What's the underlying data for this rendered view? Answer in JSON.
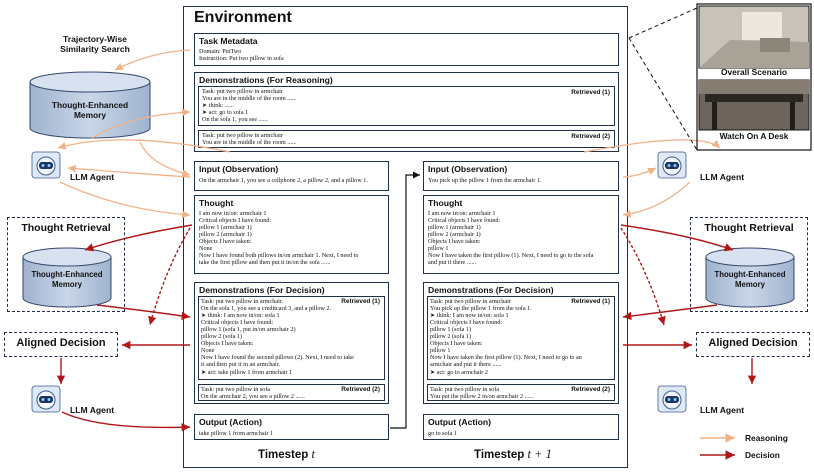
{
  "environment_title": "Environment",
  "left_top": {
    "search_label_1": "Trajectory-Wise",
    "search_label_2": "Similarity Search",
    "memory_1": "Thought-Enhanced",
    "memory_2": "Memory"
  },
  "llm_agent": "LLM Agent",
  "thought_retrieval": "Thought Retrieval",
  "aligned_decision": "Aligned Decision",
  "task_metadata": {
    "title": "Task Metadata",
    "domain": "Domain: PutTwo",
    "instruction": "Instruction: Put two pillow in sofa"
  },
  "demo_reasoning": {
    "title": "Demonstrations (For Reasoning)",
    "d1": {
      "retrieved": "Retrieved  (1)",
      "lines": [
        "Task: put two pillow in armchair",
        "You are in the middle of the room ......",
        "➤  think: ......",
        "➤  act: go to sofa 1",
        "On the sofa 1, you see ......"
      ]
    },
    "d2": {
      "retrieved": "Retrieved  (2)",
      "lines": [
        "Task: put two pillow in armchair",
        "You are in the middle of the room ......"
      ]
    }
  },
  "col_left": {
    "input_title": "Input (Observation)",
    "input_text": "On the armchair 1, you see a cellphone 2, a pillow 2, and a pillow 1.",
    "thought_title": "Thought",
    "thought_lines": [
      "I am now in/on: armchair 1",
      "Critical objects I have found:",
      "pillow 1 (armchair 1)",
      "pillow 2 (armchair 1)",
      "Objects I have taken:",
      "None",
      "Now I have found both pillows in/on armchair 1. Next, I need to",
      "take the first pillow and then put it in/on the sofa ......"
    ],
    "decision_title": "Demonstrations (For Decision)",
    "dec1": {
      "retrieved": "Retrieved  (1)",
      "lines": [
        "Task: put two pillow in armchair.",
        "On the sofa 1, you see a creditcard 3, and a pillow 2.",
        "➤  think: I am now in/on: sofa 1",
        "    Critical objects I have found:",
        "    pillow 1 (sofa 1, put in/on armchair 2)",
        "    pillow 2 (sofa 1)",
        "    Objects I have taken:",
        "    None",
        "    Now I have found the second pillows (2). Next, I need to take",
        "    it and then put it in an armchair.",
        "➤  act: take pillow 1 from armchair 1"
      ]
    },
    "dec2": {
      "retrieved": "Retrieved  (2)",
      "lines": [
        "Task: put two pillow in sofa",
        "On the armchair 2, you see a pillow 2 ......"
      ]
    },
    "output_title": "Output (Action)",
    "output_text": "take pillow 1 from armchair 1",
    "timestep_prefix": "Timestep ",
    "timestep_var": "t"
  },
  "col_right": {
    "input_title": "Input (Observation)",
    "input_text": "You pick up the pillow 1 from the armchair 1.",
    "thought_title": "Thought",
    "thought_lines": [
      "I am now in/on: armchair 1",
      "Critical objects I have found:",
      "pillow 1 (armchair 1)",
      "pillow 2 (armchair 1)",
      "Objects I have taken:",
      "pillow 1",
      "Now I have taken the first pillow (1). Next, I need to go to the sofa",
      "and put it there ......"
    ],
    "decision_title": "Demonstrations (For Decision)",
    "dec1": {
      "retrieved": "Retrieved  (1)",
      "lines": [
        "Task: put two pillow in armchair",
        "You pick up the pillow 1 from the sofa 1.",
        "➤  think: I am now in/on: sofa 1",
        "    Critical objects I have found:",
        "    pillow 1 (sofa 1)",
        "    pillow 2 (sofa 1)",
        "    Objects I have taken:",
        "    pillow 1",
        "    Now I have taken the first pillow (1). Next, I need to go to an",
        "    armchair and put it there ......",
        "➤  act: go to armchair 2"
      ]
    },
    "dec2": {
      "retrieved": "Retrieved  (2)",
      "lines": [
        "Task: put two pillow in sofa",
        "You put the pillow 2 in/on armchair 2 ......"
      ]
    },
    "output_title": "Output (Action)",
    "output_text": "go to sofa 1",
    "timestep_prefix": "Timestep ",
    "timestep_var": "t + 1"
  },
  "scenes": {
    "overall": "Overall Scenario",
    "desk": "Watch On A Desk"
  },
  "legend": {
    "reasoning": "Reasoning",
    "decision": "Decision",
    "reasoning_color": "#f2b288",
    "decision_color": "#b01818"
  }
}
